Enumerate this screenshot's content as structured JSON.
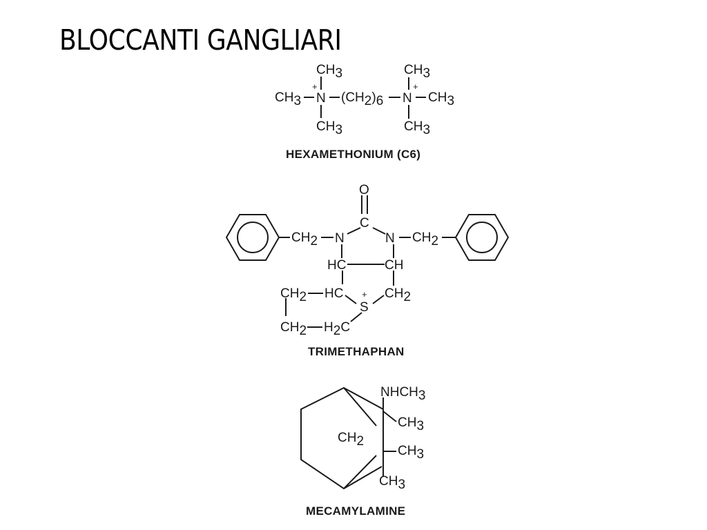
{
  "slide": {
    "title": "BLOCCANTI GANGLIARI"
  },
  "molecules": [
    {
      "id": "hexamethonium",
      "caption": "HEXAMETHONIUM (C6)",
      "labels": {
        "ch3_top_left": "CH",
        "ch3_top_left_sub": "3",
        "ch3_left": "CH",
        "ch3_left_sub": "3",
        "n_left": "N",
        "chain": "(CH",
        "chain_sub": "2",
        "chain_close": ")",
        "chain_count": "6",
        "n_right": "N",
        "ch3_right": "CH",
        "ch3_right_sub": "3",
        "ch3_bottom_left": "CH",
        "ch3_bottom_left_sub": "3",
        "ch3_top_right": "CH",
        "ch3_top_right_sub": "3",
        "ch3_bottom_right": "CH",
        "ch3_bottom_right_sub": "3",
        "charge": "+"
      }
    },
    {
      "id": "trimethaphan",
      "caption": "TRIMETHAPHAN",
      "labels": {
        "o": "O",
        "c": "C",
        "n_left": "N",
        "n_right": "N",
        "ch2_left": "CH",
        "ch2_left_sub": "2",
        "ch2_right": "CH",
        "ch2_right_sub": "2",
        "hc": "HC",
        "ch": "CH",
        "ch2_ring_left": "CH",
        "ch2_ring_left_sub": "2",
        "hc_lower": "HC",
        "s": "S",
        "s_charge": "+",
        "ch2_ring_right": "CH",
        "ch2_ring_right_sub": "2",
        "ch2_bottom_left": "CH",
        "ch2_bottom_left_sub": "2",
        "h2c": "H",
        "h2c_sub": "2",
        "h2c_c": "C"
      }
    },
    {
      "id": "mecamylamine",
      "caption": "MECAMYLAMINE",
      "labels": {
        "nhch3": "NHCH",
        "nhch3_sub": "3",
        "ch3_a": "CH",
        "ch3_a_sub": "3",
        "ch3_b": "CH",
        "ch3_b_sub": "3",
        "ch3_c": "CH",
        "ch3_c_sub": "3",
        "ch2_bridge": "CH",
        "ch2_bridge_sub": "2"
      }
    }
  ]
}
